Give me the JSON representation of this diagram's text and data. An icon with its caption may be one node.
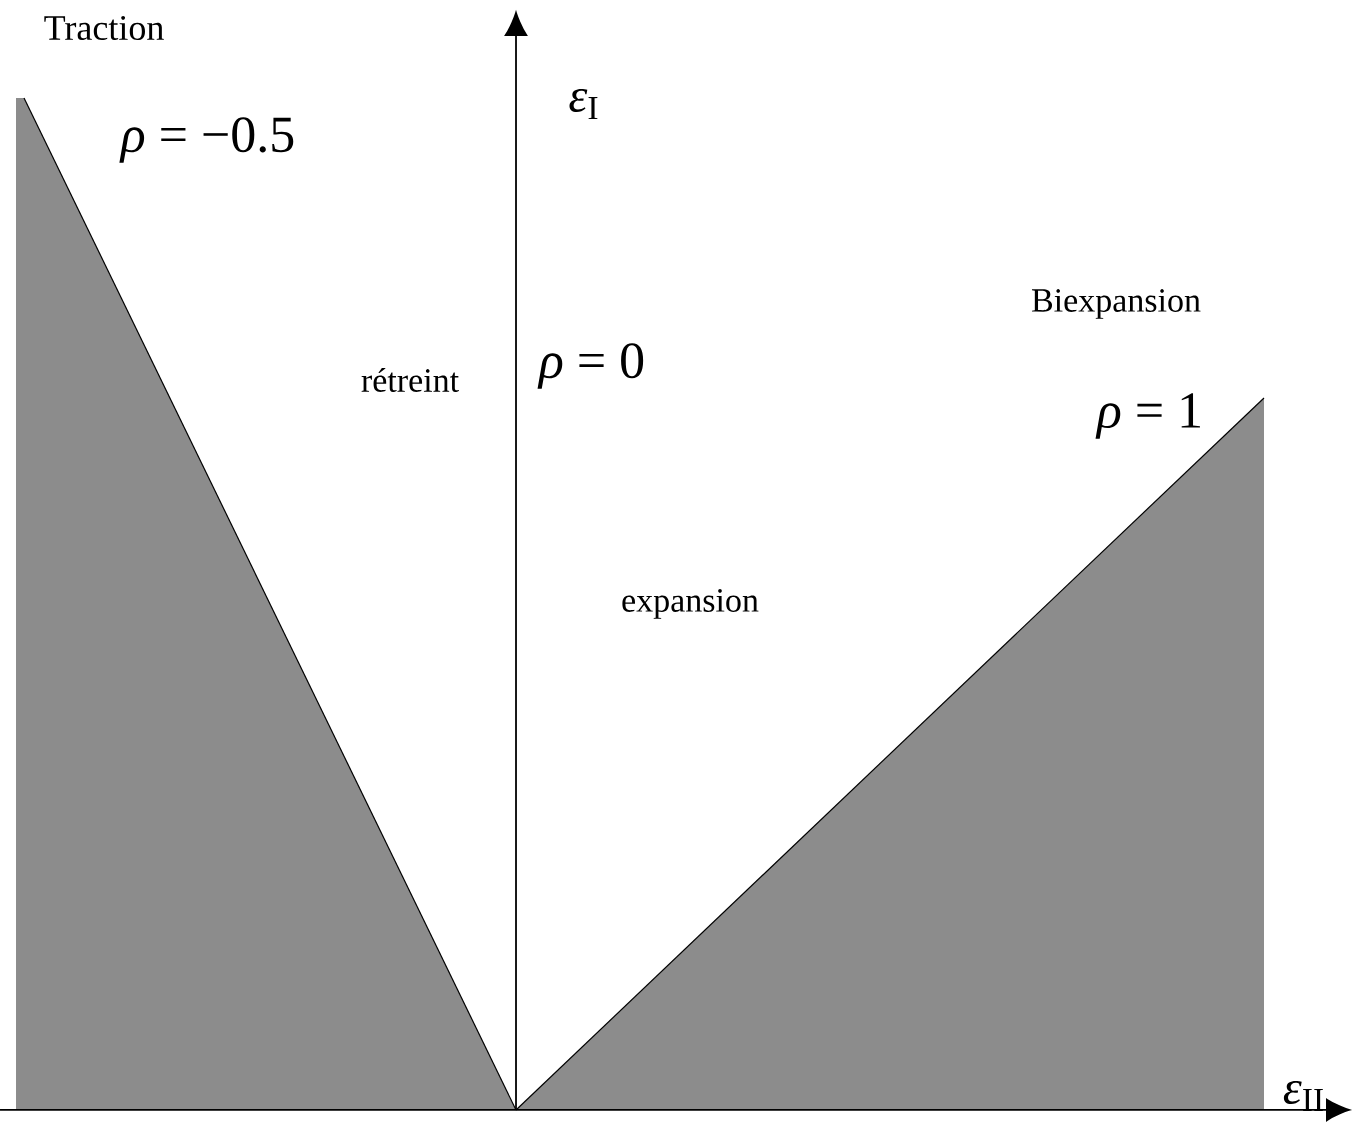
{
  "diagram": {
    "labels": [
      "Traction",
      "*ρ* = −0.5",
      "*ε*$_{I}$",
      "rétreint",
      "*ρ* = 0",
      "Biexpansion",
      "*ρ* = 1",
      "expansion",
      "*ε*$_{II}$"
    ]
  }
}
